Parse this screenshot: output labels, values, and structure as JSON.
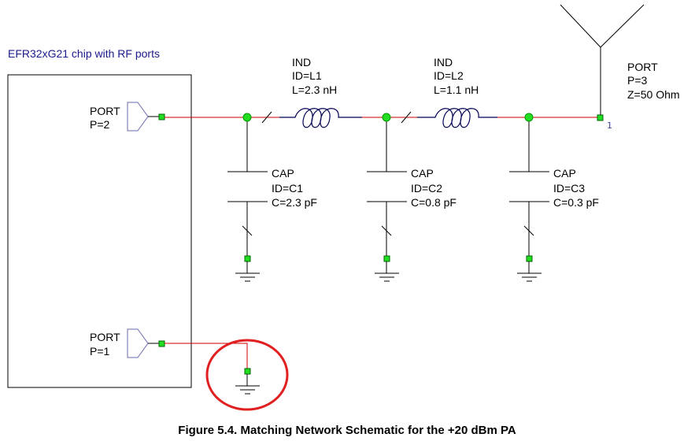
{
  "chip_label": "EFR32xG21 chip with RF ports",
  "port2": {
    "l1": "PORT",
    "l2": "P=2"
  },
  "port1": {
    "l1": "PORT",
    "l2": "P=1"
  },
  "port3": {
    "l1": "PORT",
    "l2": "P=3",
    "l3": "Z=50 Ohm",
    "pin": "1"
  },
  "ind1": {
    "l1": "IND",
    "l2": "ID=L1",
    "l3": "L=2.3 nH"
  },
  "ind2": {
    "l1": "IND",
    "l2": "ID=L2",
    "l3": "L=1.1 nH"
  },
  "cap1": {
    "l1": "CAP",
    "l2": "ID=C1",
    "l3": "C=2.3 pF"
  },
  "cap2": {
    "l1": "CAP",
    "l2": "ID=C2",
    "l3": "C=0.8 pF"
  },
  "cap3": {
    "l1": "CAP",
    "l2": "ID=C3",
    "l3": "C=0.3 pF"
  },
  "caption": "Figure 5.4.  Matching Network Schematic for the +20 dBm PA",
  "colors": {
    "wire": "#cc0000",
    "node": "#22dd22",
    "highlight": "#e02020",
    "chip_label": "#1a1a8c"
  }
}
